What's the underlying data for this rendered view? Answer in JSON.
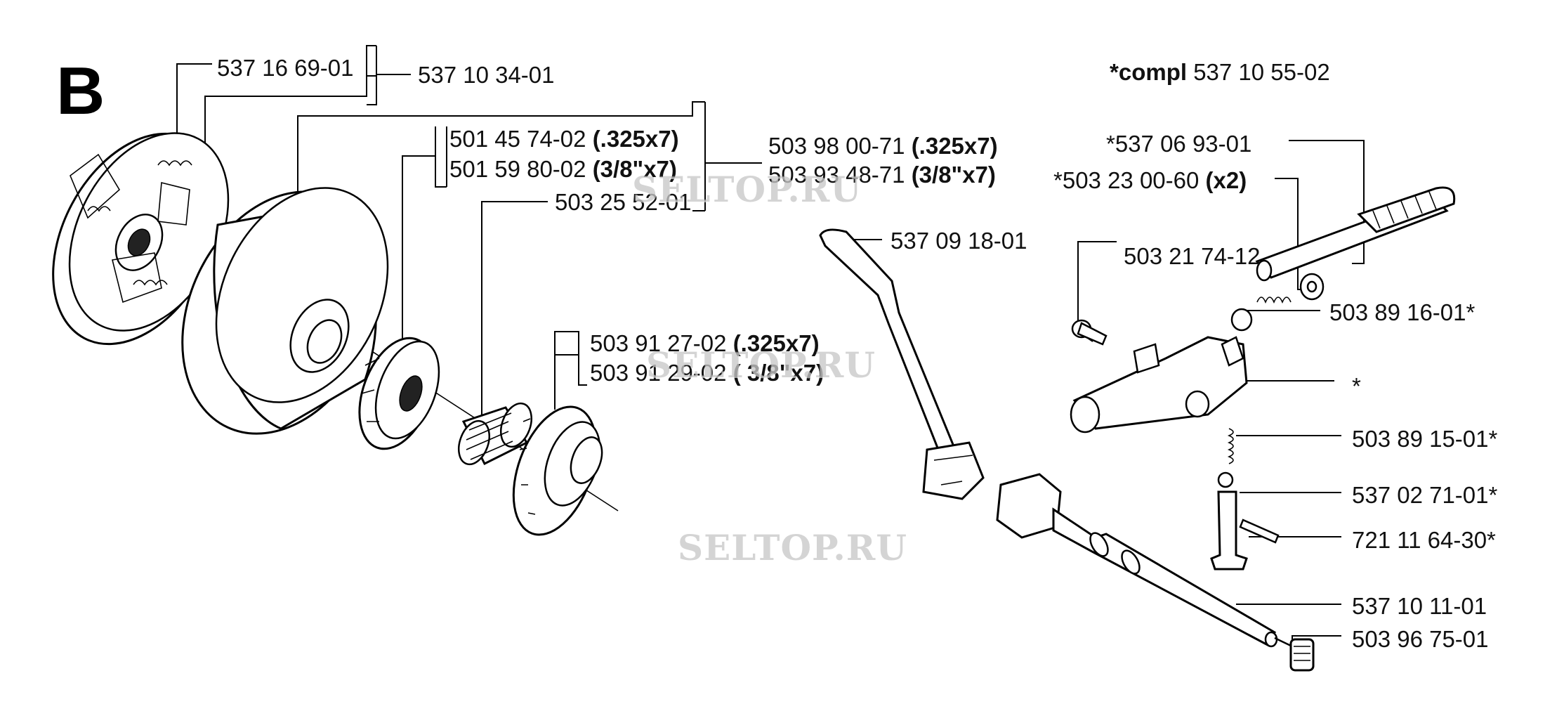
{
  "section": "B",
  "labels": {
    "l_537_16_69": "537 16 69-01",
    "l_537_10_34": "537 10 34-01",
    "l_501_45_74": "501 45 74-02",
    "l_501_45_74_note": "(.325x7)",
    "l_501_59_80": "501 59 80-02",
    "l_501_59_80_note": "(3/8\"x7)",
    "l_503_98_00": "503 98 00-71",
    "l_503_98_00_note": "(.325x7)",
    "l_503_93_48": "503 93 48-71",
    "l_503_93_48_note": "(3/8\"x7)",
    "l_503_25_52": "503 25 52-01",
    "l_503_91_27": "503 91 27-02",
    "l_503_91_27_note": "(.325x7)",
    "l_503_91_29": "503 91 29-02",
    "l_503_91_29_note": "( 3/8\"x7)",
    "compl_prefix": "*compl",
    "compl_number": "537 10 55-02",
    "l_537_06_93": "*537 06 93-01",
    "l_503_23_00": "*503 23 00-60",
    "l_503_23_00_note": "(x2)",
    "l_537_09_18": "537 09 18-01",
    "l_503_21_74": "503 21 74-12",
    "l_503_89_16": "503 89 16-01*",
    "l_star": "*",
    "l_503_89_15": "503 89 15-01*",
    "l_537_02_71": "537 02 71-01*",
    "l_721_11_64": "721 11 64-30*",
    "l_537_10_11": "537 10 11-01",
    "l_503_96_75": "503 96 75-01"
  },
  "watermarks": [
    "SELTOP.RU",
    "SELTOP.RU",
    "SELTOP.RU"
  ]
}
